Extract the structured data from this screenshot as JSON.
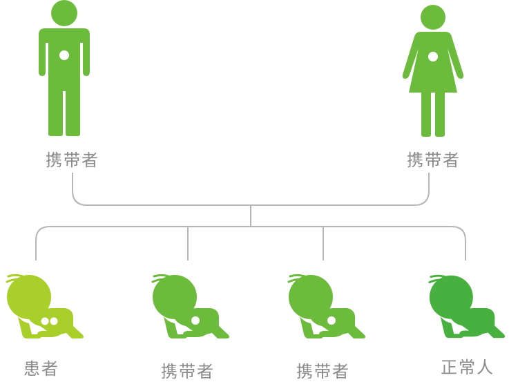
{
  "parents": {
    "father": {
      "label": "携带者",
      "color": "#6dbb3c"
    },
    "mother": {
      "label": "携带者",
      "color": "#6dbb3c"
    }
  },
  "children": [
    {
      "label": "患者",
      "status": "affected",
      "color": "#a9cf2a",
      "spots": 2
    },
    {
      "label": "携带者",
      "status": "carrier",
      "color": "#6dbb3c",
      "spots": 1
    },
    {
      "label": "携带者",
      "status": "carrier",
      "color": "#6dbb3c",
      "spots": 1
    },
    {
      "label": "正常人",
      "status": "normal",
      "color": "#47b03e",
      "spots": 0
    }
  ],
  "colors": {
    "connector": "#b5b5b5",
    "label": "#8a8a8a"
  },
  "icons": {
    "father": "male-figure-icon",
    "mother": "female-figure-icon",
    "child": "crawling-baby-icon"
  }
}
